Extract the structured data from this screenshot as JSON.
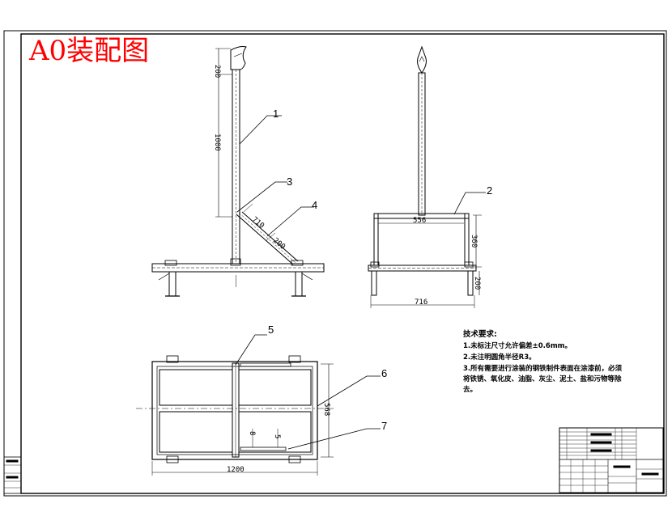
{
  "title": "A0装配图",
  "callouts": [
    "1",
    "2",
    "3",
    "4",
    "5",
    "6",
    "7"
  ],
  "dimensions": {
    "front_top": "200",
    "front_post": "1000",
    "front_brace_a": "710",
    "front_brace_b": "200",
    "side_width": "556",
    "side_height": "360",
    "side_leg": "200",
    "side_base": "716",
    "plan_length": "1200",
    "plan_width": "568",
    "plan_small_a": "8",
    "plan_small_b": "5"
  },
  "tech_notes": {
    "heading": "技术要求:",
    "lines": [
      "1.未标注尺寸允许偏差±0.6mm。",
      "2.未注明圆角半径R3。",
      "3.所有需要进行涂装的钢铁制件表面在涂漆前，必须",
      "将铁锈、氧化皮、油脂、灰尘、泥土、盐和污物等除",
      "去。"
    ]
  }
}
